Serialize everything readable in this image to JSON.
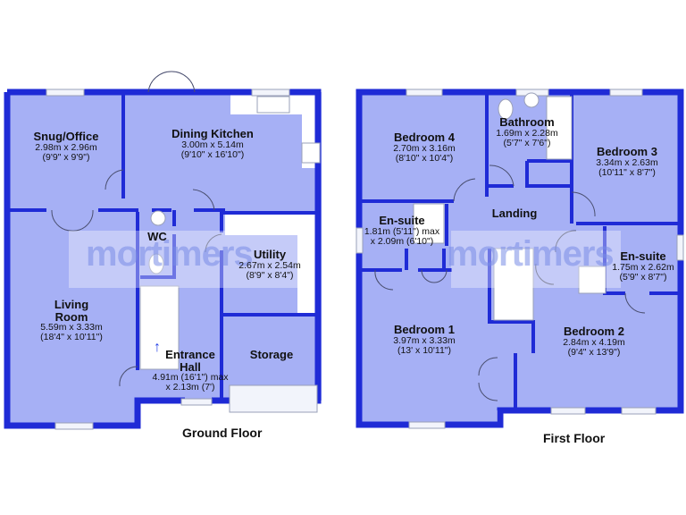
{
  "watermark": "mortimers",
  "floors": [
    {
      "title": "Ground Floor",
      "rooms": [
        {
          "name": "Snug/Office",
          "dims_metric": "2.98m x 2.96m",
          "dims_imperial": "(9'9\" x 9'9\")"
        },
        {
          "name": "Dining Kitchen",
          "dims_metric": "3.00m x 5.14m",
          "dims_imperial": "(9'10\" x 16'10\")"
        },
        {
          "name": "WC"
        },
        {
          "name": "Utility",
          "dims_metric": "2.67m x 2.54m",
          "dims_imperial": "(8'9\" x 8'4\")"
        },
        {
          "name": "Living Room",
          "dims_metric": "5.59m x 3.33m",
          "dims_imperial": "(18'4\" x 10'11\")"
        },
        {
          "name": "Entrance Hall",
          "dims_metric": "4.91m (16'1\") max",
          "dims_imperial": "x 2.13m (7')"
        },
        {
          "name": "Storage"
        }
      ]
    },
    {
      "title": "First Floor",
      "rooms": [
        {
          "name": "Bedroom 4",
          "dims_metric": "2.70m x 3.16m",
          "dims_imperial": "(8'10\" x 10'4\")"
        },
        {
          "name": "Bathroom",
          "dims_metric": "1.69m x 2.28m",
          "dims_imperial": "(5'7\" x 7'6\")"
        },
        {
          "name": "Bedroom 3",
          "dims_metric": "3.34m x 2.63m",
          "dims_imperial": "(10'11\" x 8'7\")"
        },
        {
          "name": "Landing"
        },
        {
          "name": "En-suite",
          "dims_metric": "1.81m (5'11\") max",
          "dims_imperial": "x 2.09m (6'10\")"
        },
        {
          "name": "En-suite",
          "dims_metric": "1.75m x 2.62m",
          "dims_imperial": "(5'9\" x 8'7\")"
        },
        {
          "name": "Bedroom 1",
          "dims_metric": "3.97m x 3.33m",
          "dims_imperial": "(13' x 10'11\")"
        },
        {
          "name": "Bedroom 2",
          "dims_metric": "2.84m x 4.19m",
          "dims_imperial": "(9'4\" x 13'9\")"
        }
      ]
    }
  ],
  "colors": {
    "wall": "#1f2bd6",
    "room_fill": "#a6b0f5",
    "background": "#ffffff"
  }
}
